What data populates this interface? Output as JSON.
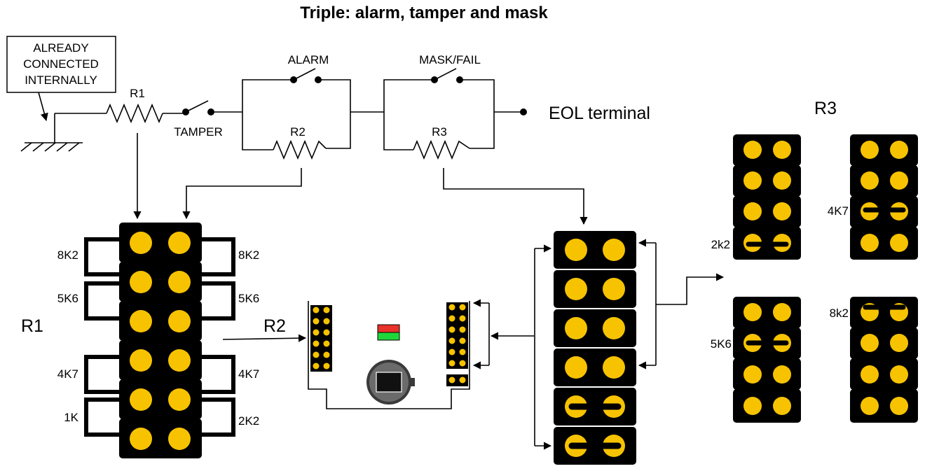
{
  "title": "Triple: alarm, tamper and mask",
  "callout": [
    "ALREADY",
    "CONNECTED",
    "INTERNALLY"
  ],
  "labels": {
    "r1_top": "R1",
    "tamper": "TAMPER",
    "alarm": "ALARM",
    "r2_top": "R2",
    "mask_fail": "MASK/FAIL",
    "r3_top": "R3",
    "eol": "EOL terminal",
    "r1_block": "R1",
    "r2_block": "R2",
    "r3_group": "R3"
  },
  "r1_values_left": [
    "8K2",
    "5K6",
    "4K7",
    "1K"
  ],
  "r1_values_right": [
    "8K2",
    "5K6",
    "4K7",
    "2K2"
  ],
  "r3_values": [
    "2k2",
    "4K7",
    "5K6",
    "8k2"
  ],
  "colors": {
    "pin": "#f7c300",
    "led_red": "#e8322a",
    "led_green": "#1fd63a",
    "sensor_body": "#6b6b6b"
  }
}
